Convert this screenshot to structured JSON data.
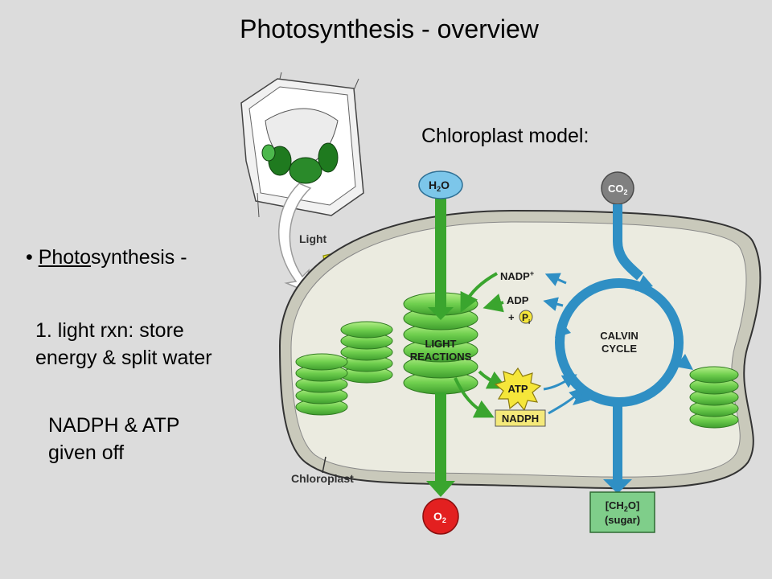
{
  "slide": {
    "title": "Photosynthesis - overview",
    "model_label": "Chloroplast model:",
    "bullet": {
      "underlined": "Photo",
      "rest": "synthesis -"
    },
    "step1": {
      "line1": "1. light rxn: store",
      "line2": "energy & split water"
    },
    "products": {
      "line1": "NADPH & ATP",
      "line2": "given off"
    }
  },
  "diagram": {
    "light_label": "Light",
    "chloroplast_label": "Chloroplast",
    "h2o": {
      "base": "H",
      "sub": "2",
      "tail": "O"
    },
    "co2": {
      "base": "CO",
      "sub": "2"
    },
    "o2": {
      "base": "O",
      "sub": "2"
    },
    "light_reactions": {
      "line1": "LIGHT",
      "line2": "REACTIONS"
    },
    "calvin": {
      "line1": "CALVIN",
      "line2": "CYCLE"
    },
    "nadp_plus": {
      "base": "NADP",
      "sup": "+"
    },
    "adp": "ADP",
    "pi": {
      "plus": "+",
      "p": "P",
      "sub": "i"
    },
    "atp": "ATP",
    "nadph": "NADPH",
    "sugar": {
      "line1_a": "[CH",
      "line1_sub": "2",
      "line1_b": "O]",
      "line2": "(sugar)"
    },
    "colors": {
      "green_arrow": "#3aa52e",
      "blue_arrow": "#2f8fc4",
      "stroma": "#ebebe0",
      "grana": "#6fcf4e",
      "h2o_fill": "#7cc6ea",
      "co2_fill": "#808080",
      "o2_fill": "#e32020",
      "sugar_fill": "#7fce8a",
      "atp_fill": "#f5e63a",
      "nadph_fill": "#f4e97a",
      "light_bolt": "#f2ef2a"
    }
  }
}
